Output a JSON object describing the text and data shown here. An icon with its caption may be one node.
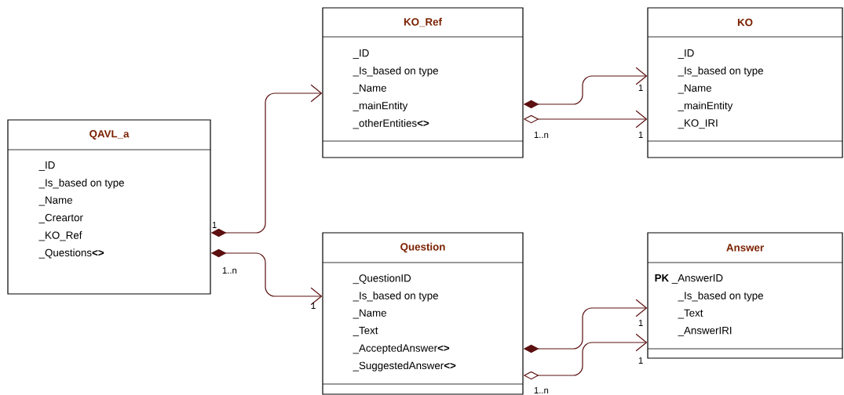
{
  "diagram": {
    "nodes": [
      {
        "text": [
          "QAVL_a",
          "_ID",
          "_Is_based on type",
          "_Name",
          "_Creartor",
          "_KO_Ref",
          "_Questions**<>**"
        ]
      },
      {
        "text": [
          "KO_Ref",
          "_ID",
          "_Is_based on type",
          "_Name",
          "_mainEntity",
          "_otherEntities**<>**"
        ]
      },
      {
        "text": [
          "KO",
          "_ID",
          "_Is_based on type",
          "_Name",
          "_mainEntity",
          "_KO_IRI"
        ]
      },
      {
        "text": [
          "Question",
          "_QuestionID",
          "_Is_based on type",
          "_Name",
          "_Text",
          "_AcceptedAnswer**<>**",
          "_SuggestedAnswer**<>**"
        ]
      },
      {
        "text": [
          "Answer",
          "**PK** _AnswerID",
          "_Is_based on type",
          "_Text",
          "_AnswerIRI"
        ]
      }
    ],
    "edges": [
      {
        "from": 0,
        "to": 1,
        "arrow": "to"
      },
      {
        "from": 0,
        "to": 3,
        "arrow": "to"
      },
      {
        "from": 1,
        "to": 2,
        "arrow": "to"
      },
      {
        "from": 1,
        "to": 2,
        "arrow": "to"
      },
      {
        "from": 3,
        "to": 4,
        "arrow": "to"
      },
      {
        "from": 3,
        "to": 4,
        "arrow": "to"
      }
    ],
    "labels": [
      "1",
      "1..n",
      "1",
      "1",
      "1..n",
      "1",
      "1",
      "1",
      "1..n"
    ]
  }
}
